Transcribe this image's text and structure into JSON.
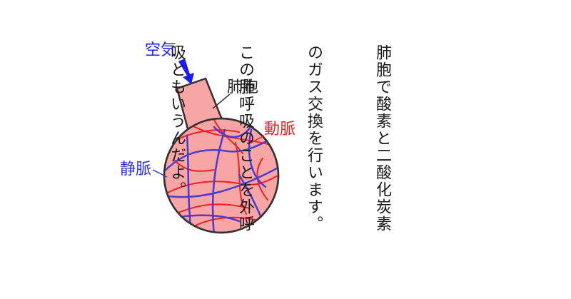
{
  "diagram": {
    "labels": {
      "air": "空気",
      "alveolus": "肺胞",
      "artery": "動脈",
      "vein": "静脈"
    },
    "colors": {
      "air": "#1a1aff",
      "vein_label": "#2f2fe0",
      "artery": "#ee2222",
      "vein": "#4a3ad0",
      "alveolus_fill": "#f8a5a5",
      "outline": "#333333"
    }
  },
  "explanation": {
    "lines": [
      "肺胞で酸素と二酸化炭素",
      "のガス交換を行います。",
      "この肺呼吸のことを外呼",
      "吸ともいうんだよ。"
    ]
  }
}
